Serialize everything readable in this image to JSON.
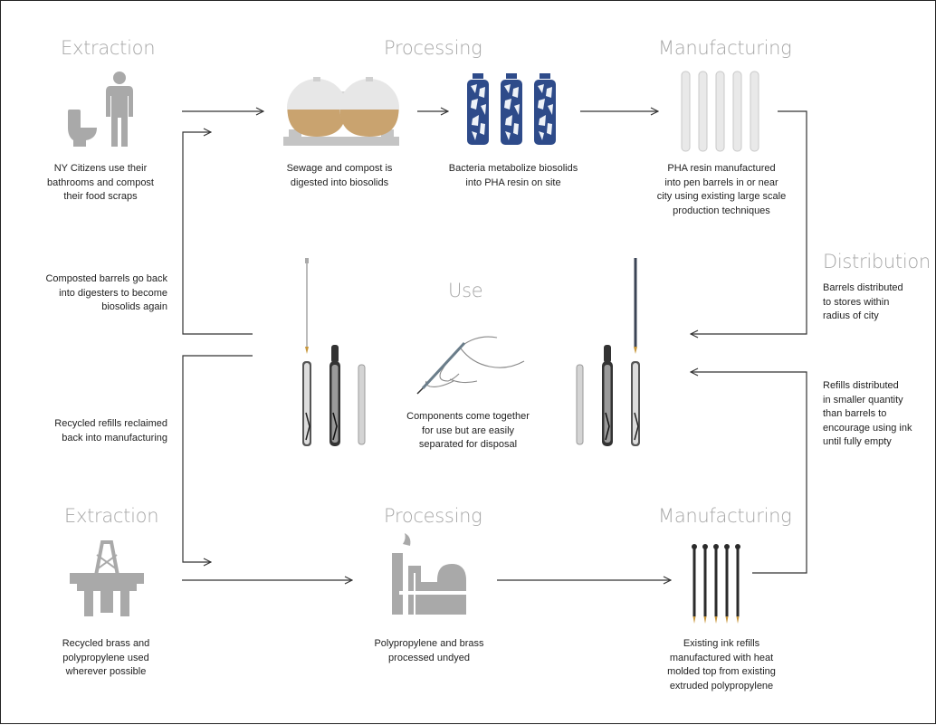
{
  "stages": {
    "extraction_top": "Extraction",
    "processing_top": "Processing",
    "manufacturing_top": "Manufacturing",
    "distribution": "Distribution",
    "use": "Use",
    "extraction_bottom": "Extraction",
    "processing_bottom": "Processing",
    "manufacturing_bottom": "Manufacturing"
  },
  "captions": {
    "extraction_top": "NY Citizens use their\nbathrooms and compost\ntheir food scraps",
    "processing_top_1": "Sewage and compost is\ndigested into biosolids",
    "processing_top_2": "Bacteria metabolize biosolids\ninto PHA resin on site",
    "manufacturing_top": "PHA resin manufactured\ninto pen barrels in or near\ncity using existing large scale\nproduction techniques",
    "distribution_barrels": "Barrels distributed\nto stores within\nradius of city",
    "distribution_refills": "Refills distributed\nin smaller quantity\nthan barrels to\nencourage using ink\nuntil fully empty",
    "use": "Components come together\nfor use but are easily\nseparated for disposal",
    "composted_return": "Composted barrels go back\ninto digesters to become\nbiosolids again",
    "recycled_return": "Recycled refills reclaimed\nback into manufacturing",
    "extraction_bottom": "Recycled brass and\npolypropylene used\nwherever possible",
    "processing_bottom": "Polypropylene and brass\nprocessed undyed",
    "manufacturing_bottom": "Existing ink refills\nmanufactured with heat\nmolded top from existing\nextruded polypropylene"
  },
  "icons": {
    "extraction_top": "toilet-and-person-icon",
    "processing_top_1": "digester-tanks-icon",
    "processing_top_2": "pha-bottles-icon",
    "manufacturing_top": "pen-barrels-icon",
    "use_left": "pen-components-icon",
    "use_center": "hand-writing-icon",
    "use_right": "pen-components-icon",
    "extraction_bottom": "oil-rig-icon",
    "processing_bottom": "refinery-icon",
    "manufacturing_bottom": "ink-refills-icon"
  },
  "colors": {
    "stage_title": "#a7a7a7",
    "caption_text": "#222222",
    "arrows": "#333333",
    "icon_gray": "#a9a9a9",
    "digester_fill": "#c9a36f",
    "bottle_blue": "#2e4b8a",
    "refill_dark": "#2b2b2b",
    "nib_gold": "#c8973c"
  }
}
